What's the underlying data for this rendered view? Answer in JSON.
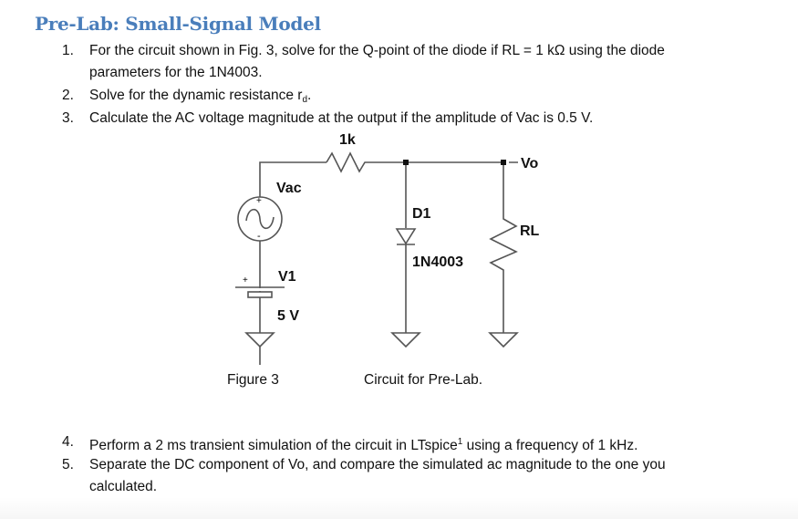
{
  "title": "Pre-Lab: Small-Signal Model",
  "questions": [
    {
      "num": "1.",
      "line1": "For the circuit shown in Fig. 3, solve for the Q-point of the diode if RL = 1 kΩ using the diode",
      "line2": "parameters for the 1N4003."
    },
    {
      "num": "2.",
      "text": "Solve for the dynamic resistance r",
      "subscript": "d",
      "suffix": "."
    },
    {
      "num": "3.",
      "text": "Calculate the AC voltage magnitude at the output if the amplitude of Vac is 0.5 V."
    },
    {
      "num": "4.",
      "text": "Perform a 2 ms transient simulation of the circuit in LTspice",
      "superscript": "1",
      "suffix": " using a frequency of 1 kHz."
    },
    {
      "num": "5.",
      "line1": "Separate the DC component of Vo, and compare the simulated ac magnitude to the one you",
      "line2": "calculated."
    }
  ],
  "circuit": {
    "resistor_label": "1k",
    "source_label": "Vac",
    "source_plus": "+",
    "source_minus": "-",
    "battery_label": "V1",
    "battery_value": "5 V",
    "battery_plus": "+",
    "diode_label": "D1",
    "diode_part": "1N4003",
    "load_label": "RL",
    "output_label": "Vo"
  },
  "figure": {
    "number": "Figure 3",
    "caption": "Circuit for Pre-Lab."
  }
}
